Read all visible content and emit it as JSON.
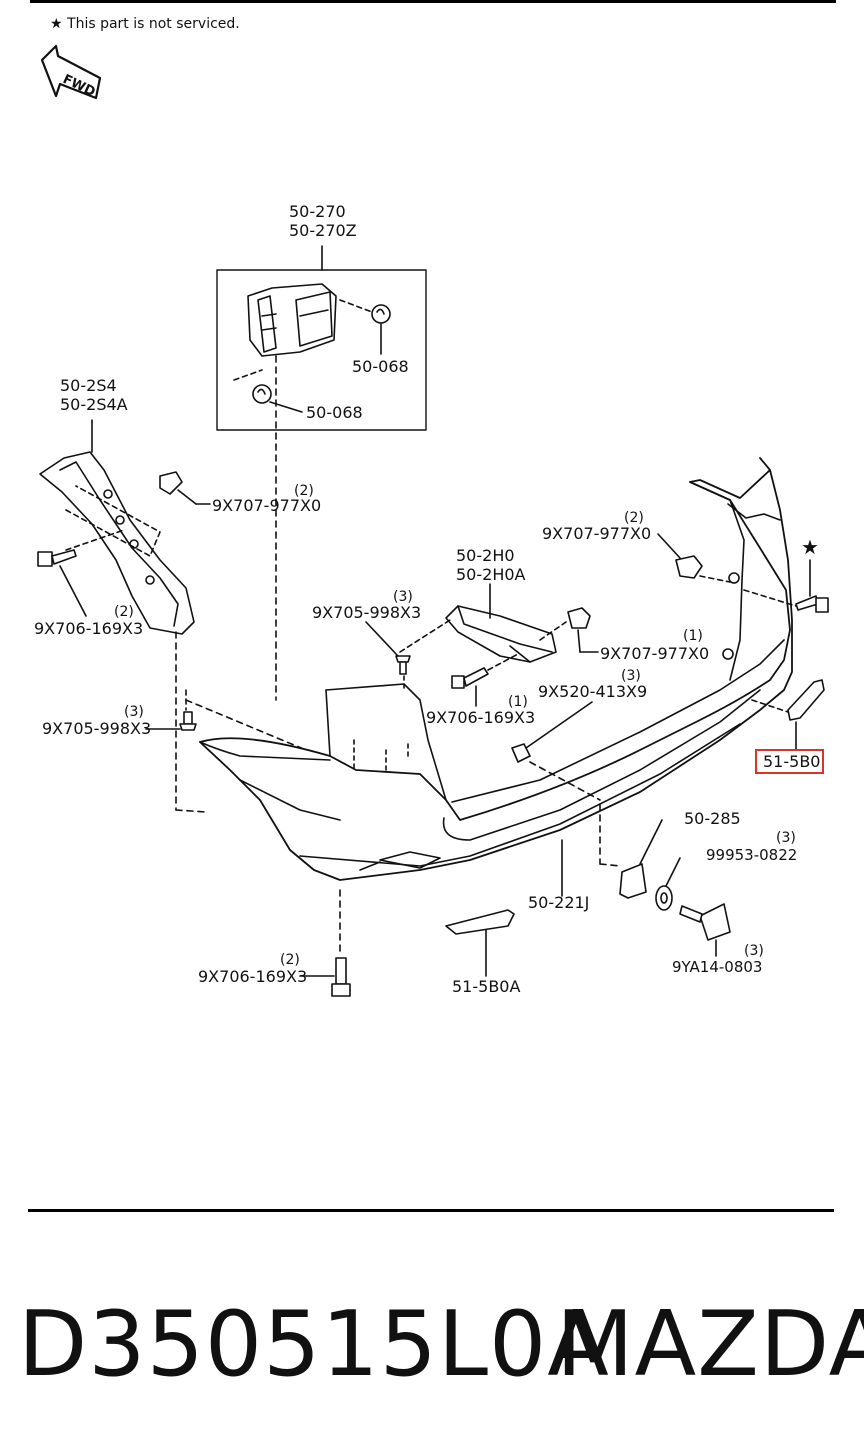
{
  "note": {
    "star": "★",
    "text": "This part is not serviced."
  },
  "fwd_label": "FWD",
  "parts": {
    "p50_270": "50-270",
    "p50_270z": "50-270Z",
    "p50_068_a": "50-068",
    "p50_068_b": "50-068",
    "p50_2s4": "50-2S4",
    "p50_2s4a": "50-2S4A",
    "p9x707_a": "9X707-977X0",
    "p9x707_a_qty": "(2)",
    "p9x706_a": "9X706-169X3",
    "p9x706_a_qty": "(2)",
    "p9x705_a": "9X705-998X3",
    "p9x705_a_qty": "(3)",
    "p50_2h0": "50-2H0",
    "p50_2h0a": "50-2H0A",
    "p9x705_b": "9X705-998X3",
    "p9x705_b_qty": "(3)",
    "p9x707_b": "9X707-977X0",
    "p9x707_b_qty": "(2)",
    "p9x707_c": "9X707-977X0",
    "p9x707_c_qty": "(1)",
    "p9x520": "9X520-413X9",
    "p9x520_qty": "(3)",
    "p9x706_b": "9X706-169X3",
    "p9x706_b_qty": "(1)",
    "p51_5b0": "51-5B0",
    "p50_285": "50-285",
    "p99953": "99953-0822",
    "p99953_qty": "(3)",
    "p50_221j": "50-221J",
    "p9ya14": "9YA14-0803",
    "p9ya14_qty": "(3)",
    "p9x706_c": "9X706-169X3",
    "p9x706_c_qty": "(2)",
    "p51_5b0a": "51-5B0A",
    "star_marker": "★"
  },
  "footer": {
    "part_number": "D350515L0A",
    "brand": "MAZDA"
  },
  "colors": {
    "highlight": "#d9342b",
    "ink": "#111111"
  }
}
